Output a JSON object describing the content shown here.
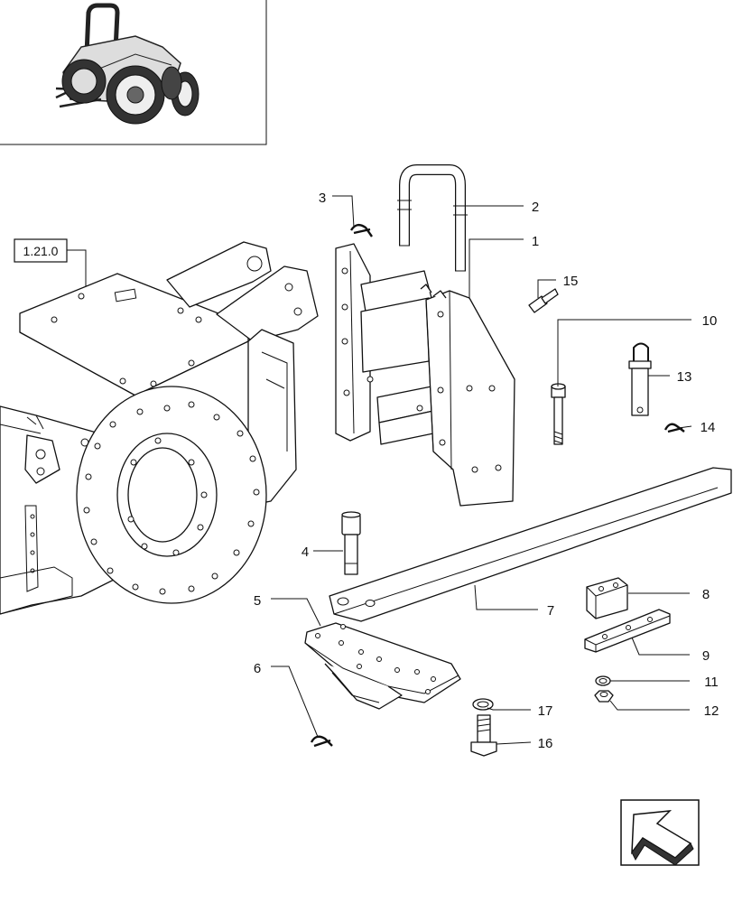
{
  "reference_box": "1.21.0",
  "callouts": [
    {
      "id": "c1",
      "num": "1"
    },
    {
      "id": "c2",
      "num": "2"
    },
    {
      "id": "c3",
      "num": "3"
    },
    {
      "id": "c4",
      "num": "4"
    },
    {
      "id": "c5",
      "num": "5"
    },
    {
      "id": "c6",
      "num": "6"
    },
    {
      "id": "c7",
      "num": "7"
    },
    {
      "id": "c8",
      "num": "8"
    },
    {
      "id": "c9",
      "num": "9"
    },
    {
      "id": "c10",
      "num": "10"
    },
    {
      "id": "c11",
      "num": "11"
    },
    {
      "id": "c12",
      "num": "12"
    },
    {
      "id": "c13",
      "num": "13"
    },
    {
      "id": "c14",
      "num": "14"
    },
    {
      "id": "c15",
      "num": "15"
    },
    {
      "id": "c16",
      "num": "16"
    },
    {
      "id": "c17",
      "num": "17"
    }
  ],
  "icons": {
    "thumbnail": "tractor-thumbnail-icon",
    "navigation": "back-arrow-icon"
  }
}
